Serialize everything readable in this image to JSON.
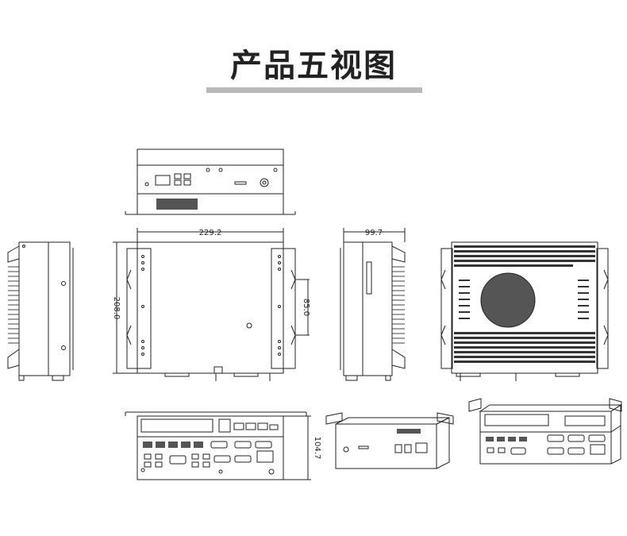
{
  "title": "产品五视图",
  "dimensions": {
    "width": "229.2",
    "height": "208.0",
    "mount_spacing": "85.0",
    "depth": "99.7",
    "front_height": "104.7"
  },
  "colors": {
    "line": "#222222",
    "title_bar": "#b9b9b9",
    "background": "#ffffff"
  }
}
